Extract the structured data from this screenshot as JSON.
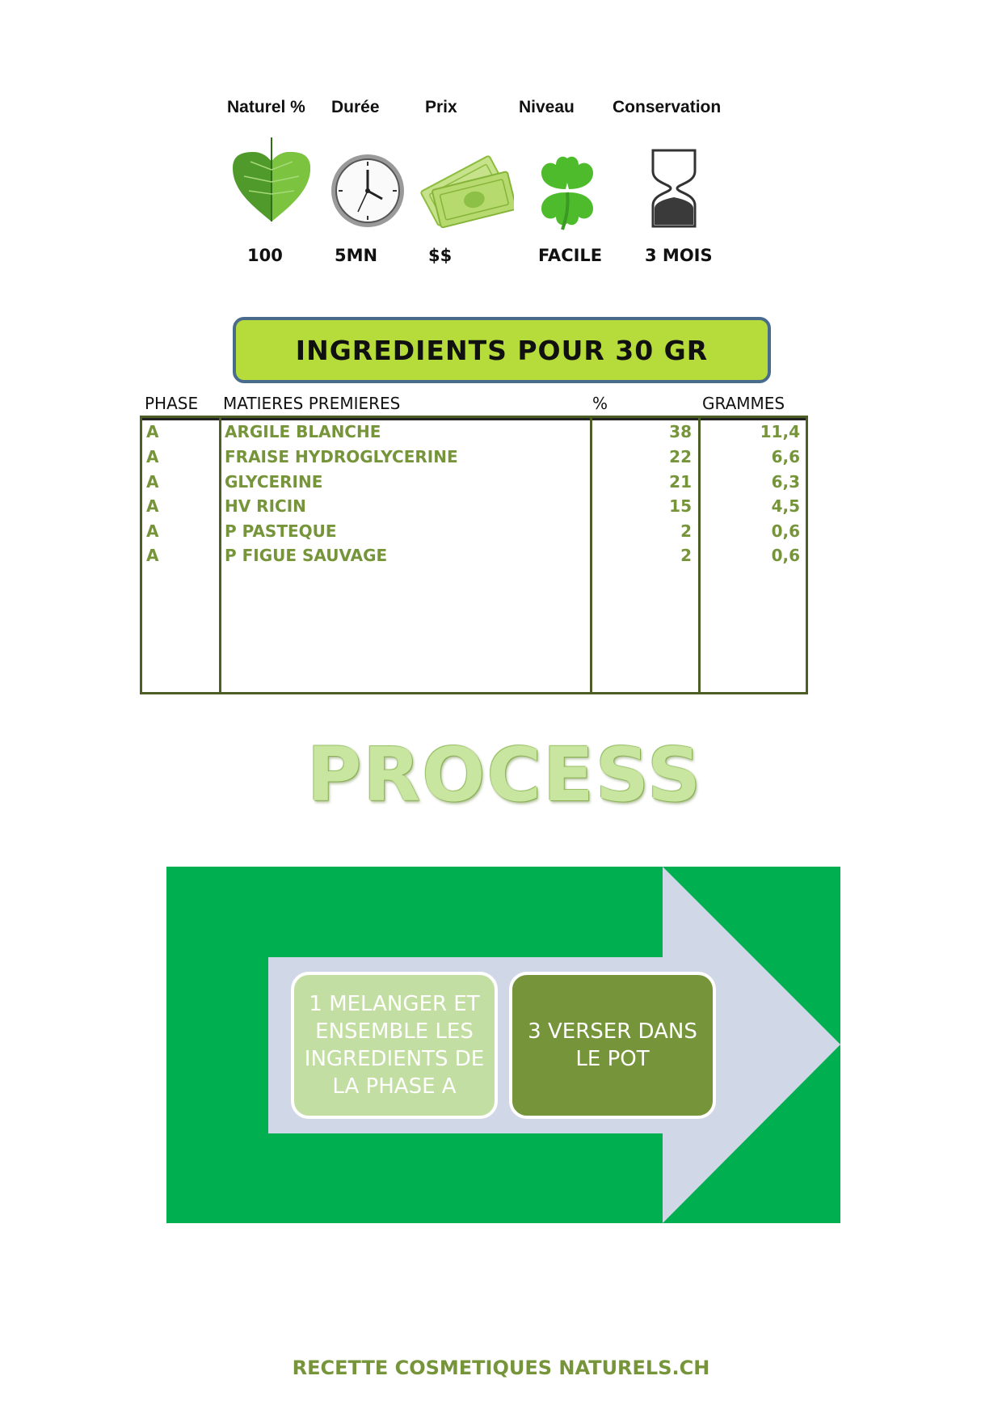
{
  "header": {
    "labels": [
      "Naturel %",
      "Durée",
      "Prix",
      "Niveau",
      "Conservation"
    ],
    "values": [
      "100",
      "5MN",
      "$$",
      "FACILE",
      "3 MOIS"
    ],
    "icons": [
      "leaf-heart-icon",
      "clock-icon",
      "money-icon",
      "clover-icon",
      "hourglass-icon"
    ]
  },
  "banner": "INGREDIENTS POUR 30 GR",
  "table": {
    "headers": [
      "PHASE",
      "MATIERES PREMIERES",
      "%",
      "GRAMMES"
    ],
    "rows": [
      {
        "phase": "A",
        "name": "ARGILE BLANCHE",
        "pct": "38",
        "grams": "11,4"
      },
      {
        "phase": "A",
        "name": "FRAISE HYDROGLYCERINE",
        "pct": "22",
        "grams": "6,6"
      },
      {
        "phase": "A",
        "name": "GLYCERINE",
        "pct": "21",
        "grams": "6,3"
      },
      {
        "phase": "A",
        "name": "HV RICIN",
        "pct": "15",
        "grams": "4,5"
      },
      {
        "phase": "A",
        "name": "P PASTEQUE",
        "pct": "2",
        "grams": "0,6"
      },
      {
        "phase": "A",
        "name": "P FIGUE SAUVAGE",
        "pct": "2",
        "grams": "0,6"
      }
    ]
  },
  "process": {
    "title": "PROCESS",
    "steps": [
      "1 MELANGER ET ENSEMBLE LES INGREDIENTS DE LA PHASE A",
      "3 VERSER DANS LE POT"
    ]
  },
  "footer": "RECETTE COSMETIQUES NATURELS.CH",
  "colors": {
    "banner_bg": "#b5dc3a",
    "banner_border": "#4a6c8c",
    "table_text": "#76953a",
    "table_border": "#4d5e26",
    "process_bg": "#00b050",
    "arrow": "#d0d8e8",
    "step1_bg": "#c3dea2",
    "step2_bg": "#76953a"
  }
}
